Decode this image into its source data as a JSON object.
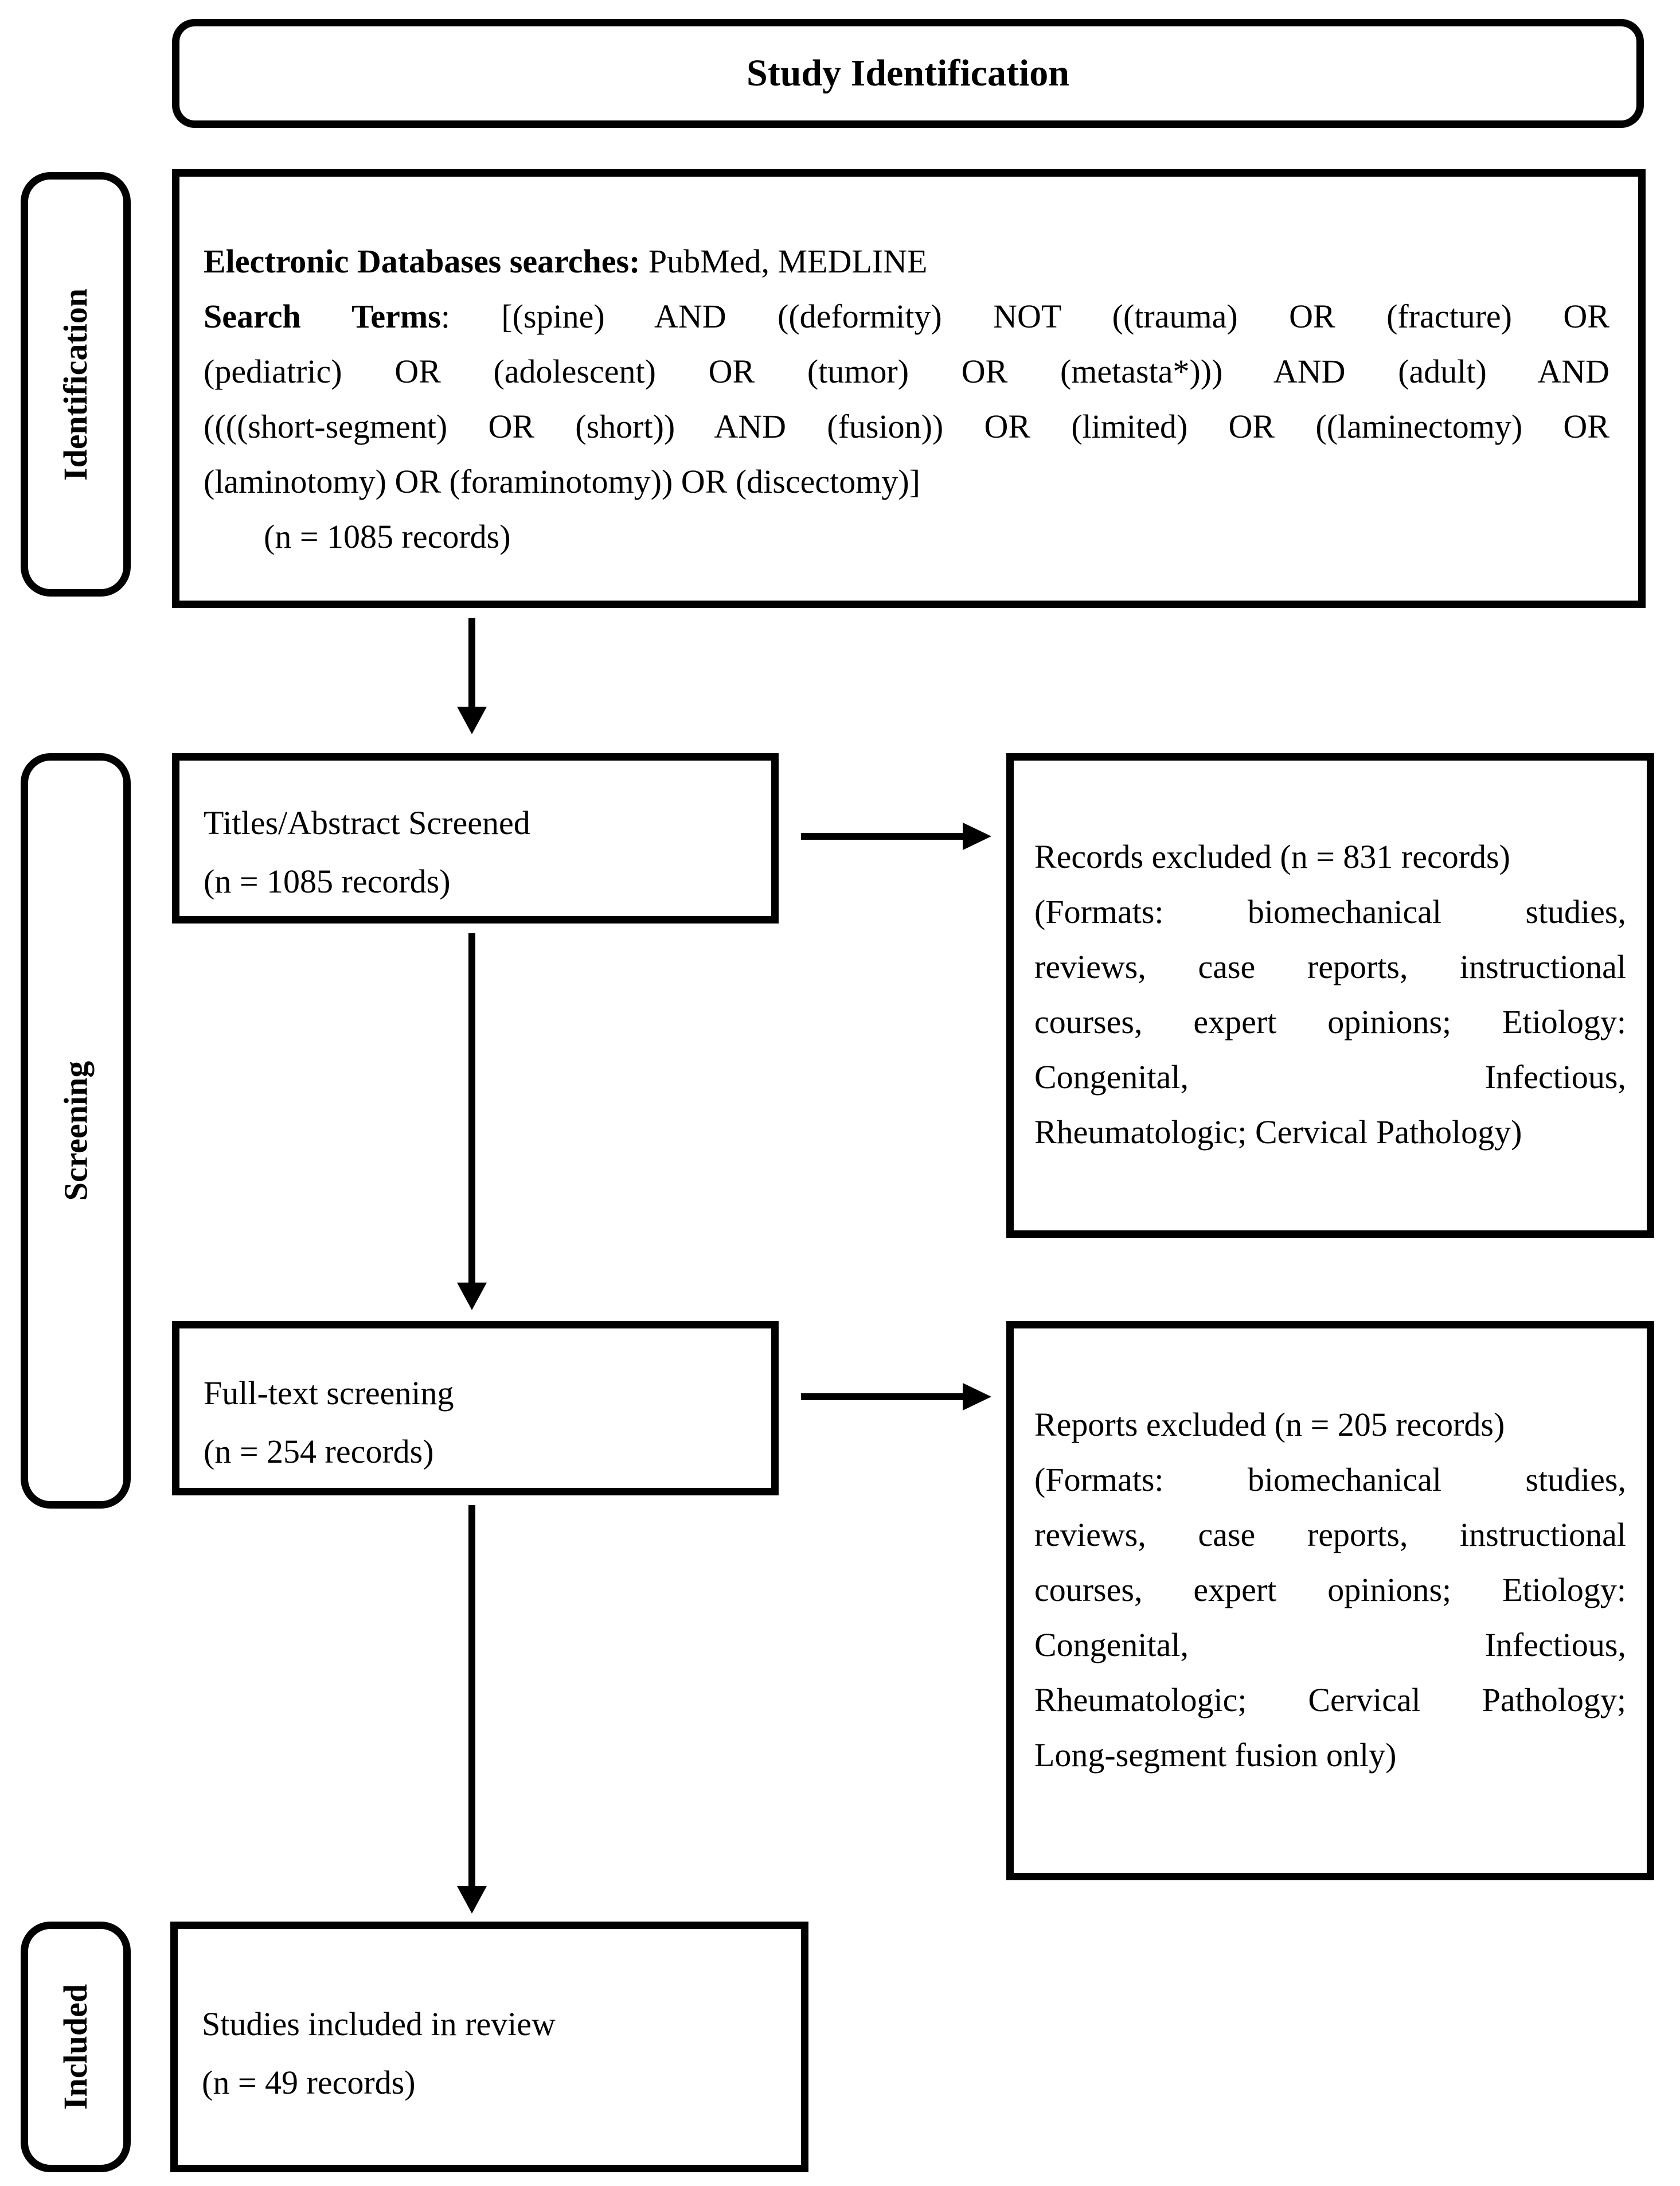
{
  "banner": {
    "title": "Study Identification"
  },
  "stages": {
    "identification": "Identification",
    "screening": "Screening",
    "included": "Included"
  },
  "identification_box": {
    "databases_label": "Electronic Databases searches:",
    "databases_value": " PubMed, MEDLINE",
    "terms_label": "Search Terms",
    "terms_first_line": ": [(spine) AND ((deformity) NOT ((trauma) OR (fracture) OR",
    "terms_lines": [
      {
        "text": "(pediatric) OR (adolescent) OR (tumor) OR (metasta*))) AND (adult) AND",
        "justify": true
      },
      {
        "text": "((((short-segment) OR (short)) AND (fusion)) OR (limited) OR ((laminectomy) OR",
        "justify": true
      },
      {
        "text": "(laminotomy) OR (foraminotomy)) OR (discectomy)]",
        "justify": false
      }
    ],
    "count": "(n = 1085 records)"
  },
  "screened_box": {
    "title": "Titles/Abstract Screened",
    "count": "(n = 1085 records)"
  },
  "records_excluded_box": {
    "lines": [
      {
        "text": "Records excluded (n = 831 records)",
        "justify": false
      },
      {
        "text": "(Formats: biomechanical studies,",
        "justify": true
      },
      {
        "text": "reviews, case reports, instructional",
        "justify": true
      },
      {
        "text": "courses, expert opinions; Etiology:",
        "justify": true
      },
      {
        "text": "Congenital, Infectious,",
        "justify": true
      },
      {
        "text": "Rheumatologic; Cervical Pathology)",
        "justify": false
      }
    ]
  },
  "fulltext_box": {
    "title": "Full-text screening",
    "count": "(n = 254 records)"
  },
  "reports_excluded_box": {
    "lines": [
      {
        "text": "Reports excluded (n = 205 records)",
        "justify": false
      },
      {
        "text": "(Formats: biomechanical studies,",
        "justify": true
      },
      {
        "text": "reviews, case reports, instructional",
        "justify": true
      },
      {
        "text": "courses, expert opinions; Etiology:",
        "justify": true
      },
      {
        "text": "Congenital, Infectious,",
        "justify": true
      },
      {
        "text": "Rheumatologic; Cervical Pathology;",
        "justify": true
      },
      {
        "text": "Long-segment fusion only)",
        "justify": false
      }
    ]
  },
  "included_box": {
    "title": "Studies included in review",
    "count": "(n = 49 records)"
  },
  "colors": {
    "ink": "#000000",
    "paper": "#ffffff"
  }
}
